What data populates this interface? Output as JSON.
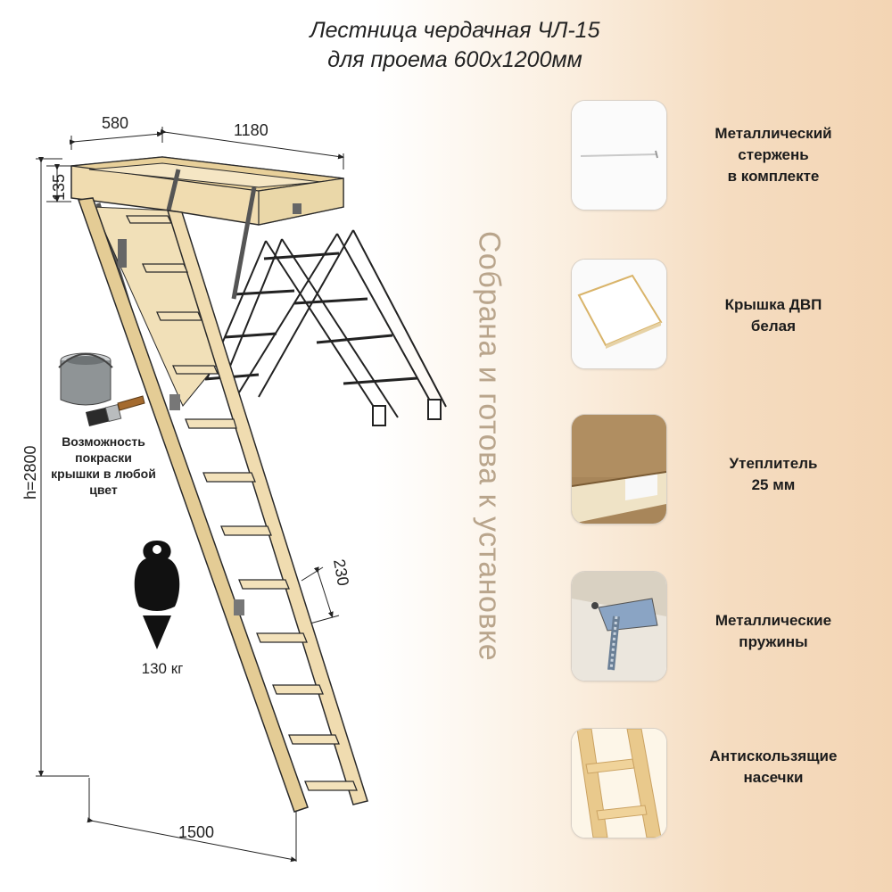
{
  "title": {
    "line1": "Лестница чердачная ЧЛ-15",
    "line2": "для проема 600х1200мм"
  },
  "dimensions": {
    "width": "580",
    "length": "1180",
    "hatch_height": "135",
    "total_height": "h=2800",
    "step_spacing": "230",
    "footprint": "1500"
  },
  "paint_note": {
    "line1": "Возможность",
    "line2": "покраски",
    "line3": "крышки в любой",
    "line4": "цвет"
  },
  "load": {
    "value": "130 кг",
    "icon": "weight-icon"
  },
  "slogan": "Собрана и готова к установке",
  "features": [
    {
      "line1": "Металлический",
      "line2": "стержень",
      "line3": "в комплекте",
      "icon": "metal-rod-icon"
    },
    {
      "line1": "Крышка ДВП",
      "line2": "белая",
      "icon": "white-hatch-cover-icon"
    },
    {
      "line1": "Утеплитель",
      "line2": "25 мм",
      "icon": "insulation-icon"
    },
    {
      "line1": "Металлические",
      "line2": "пружины",
      "icon": "metal-springs-icon"
    },
    {
      "line1": "Антискользящие",
      "line2": "насечки",
      "icon": "anti-slip-steps-icon"
    }
  ],
  "colors": {
    "wood": "#f0dcb0",
    "wood_dark": "#d9bf8a",
    "outline": "#2a2a2a",
    "slogan": "#b9a58c"
  }
}
